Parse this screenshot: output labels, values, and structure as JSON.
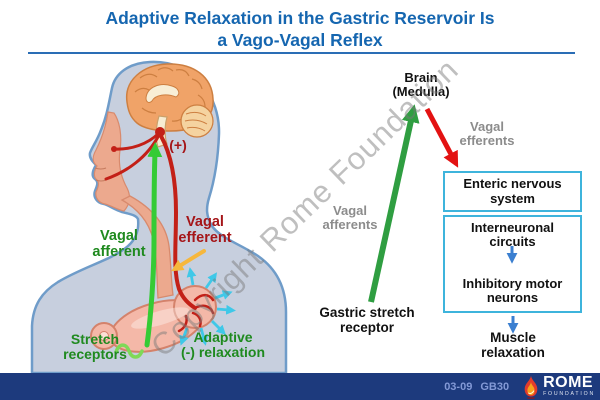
{
  "slide": {
    "title_line1": "Adaptive Relaxation in the Gastric Reservoir Is",
    "title_line2": "a Vago-Vagal Reflex"
  },
  "watermark": "Copyright Rome Foundation",
  "anatomy": {
    "plus_label": "(+)",
    "vagal_afferent": "Vagal\nafferent",
    "vagal_efferent": "Vagal\nefferent",
    "stretch_receptors": "Stretch\nreceptors",
    "adaptive_relaxation": "Adaptive\n(-) relaxation"
  },
  "flowchart": {
    "brain": "Brain\n(Medulla)",
    "vagal_efferents": "Vagal\nefferents",
    "vagal_afferents": "Vagal\nafferents",
    "gastric_stretch_receptor": "Gastric stretch\nreceptor",
    "enteric_nervous_system": "Enteric nervous\nsystem",
    "interneuronal_circuits": "Interneuronal\ncircuits",
    "inhibitory_motor_neurons": "Inhibitory motor\nneurons",
    "muscle_relaxation": "Muscle\nrelaxation"
  },
  "footer": {
    "code_left": "03-09",
    "code_right": "GB30",
    "logo_title": "ROME",
    "logo_subtitle": "FOUNDATION"
  },
  "colors": {
    "title_blue": "#1566b0",
    "label_green": "#1f8a1f",
    "label_dark_red": "#a51518",
    "label_gray": "#8c8c8c",
    "box_border_cyan": "#3eb4dc",
    "flow_arrow_green": "#2f9e41",
    "flow_arrow_red": "#e31212",
    "small_arrow_blue": "#3b7fd0",
    "stomach_arrow_cyan": "#3fc8e8",
    "nerve_green": "#35cb35",
    "nerve_red": "#c32017",
    "footer_navy": "#1d3a7d"
  }
}
